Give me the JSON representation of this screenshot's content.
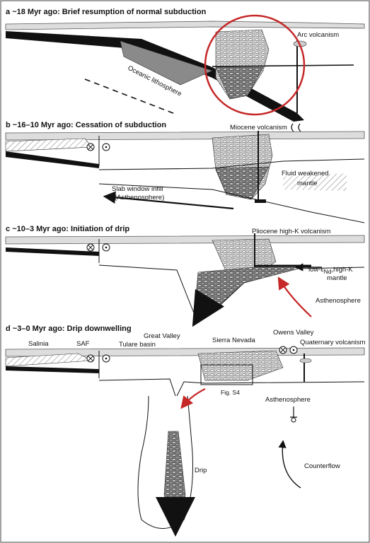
{
  "panels": [
    {
      "letter": "a",
      "title": "~18 Myr ago: Brief resumption of normal subduction",
      "labels": {
        "arc_volcanism": "Arc volcanism",
        "oceanic_lithosphere": "Oceanic lithosphere"
      }
    },
    {
      "letter": "b",
      "title": "~16–10 Myr ago: Cessation of subduction",
      "labels": {
        "miocene_volcanism": "Miocene volcanism",
        "fluid_weakened": "Fluid weakened",
        "mantle": "mantle",
        "slab_window": "Slab window infill",
        "asthenosphere": "(Asthenosphere)"
      }
    },
    {
      "letter": "c",
      "title": "~10–3 Myr ago: Initiation of drip",
      "labels": {
        "pliocene": "Pliocene high-K volcanism",
        "low_end": "low-ε",
        "nd_sub": "Nd",
        "high_k": ",high-K",
        "mantle": "mantle",
        "asthenosphere": "Asthenosphere"
      }
    },
    {
      "letter": "d",
      "title": "~3–0 Myr ago: Drip downwelling",
      "labels": {
        "salinia": "Salinia",
        "saf": "SAF",
        "great_valley": "Great Valley",
        "tulare": "Tulare basin",
        "sierra": "Sierra Nevada",
        "owens": "Owens Valley",
        "quaternary": "Quaternary volcanism",
        "fig_s4": "Fig. S4",
        "asthenosphere": "Asthenosphere",
        "drip": "Drip",
        "counterflow": "Counterflow"
      }
    }
  ],
  "colors": {
    "ink": "#111111",
    "accent_red": "#c62828",
    "fill_dark": "#8a8a8a",
    "fill_mid": "#bdbdbd",
    "fill_light": "#dedede"
  }
}
